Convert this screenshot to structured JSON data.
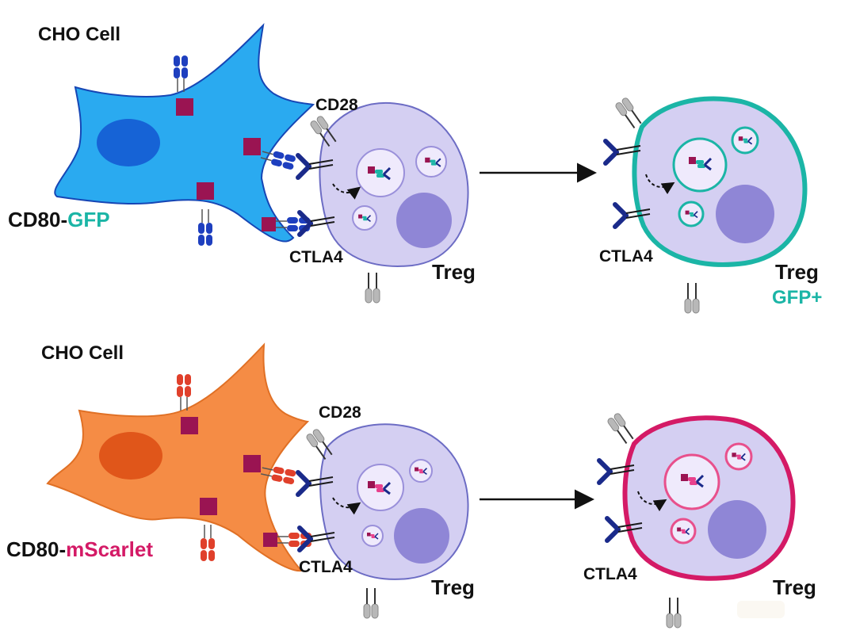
{
  "colors": {
    "gfp": "#1bb5a6",
    "mscarlet": "#d41a66",
    "cho_gfp_cell": "#2aaaf0",
    "cho_gfp_outline": "#1646b5",
    "cho_gfp_nucleus": "#1663d6",
    "cho_scarlet_cell": "#f58c45",
    "cho_scarlet_outline": "#e07025",
    "cho_scarlet_nucleus": "#e0561a",
    "treg_fill": "#d4cff2",
    "treg_outline": "#6c6cc4",
    "treg_nucleus": "#8f86d6",
    "cd80_block": "#9a1452",
    "antibody_gfp_panel": "#1e3fbf",
    "antibody_scarlet_panel": "#e0402b",
    "ctla4": "#1a2a8a",
    "cd28": "#b0b0b0",
    "arrow": "#111111"
  },
  "panels": [
    {
      "cho_label": "CHO Cell",
      "cd80_label_prefix": "CD80-",
      "cd80_label_fluor": "GFP",
      "cd28_label": "CD28",
      "ctla4_label": "CTLA4",
      "treg_label": "Treg",
      "ctla4_label_after": "CTLA4",
      "treg_label_after": "Treg",
      "treg_status_after": "GFP+"
    },
    {
      "cho_label": "CHO Cell",
      "cd80_label_prefix": "CD80-",
      "cd80_label_fluor": "mScarlet",
      "cd28_label": "CD28",
      "ctla4_label": "CTLA4",
      "treg_label": "Treg",
      "ctla4_label_after": "CTLA4",
      "treg_label_after": "Treg"
    }
  ]
}
